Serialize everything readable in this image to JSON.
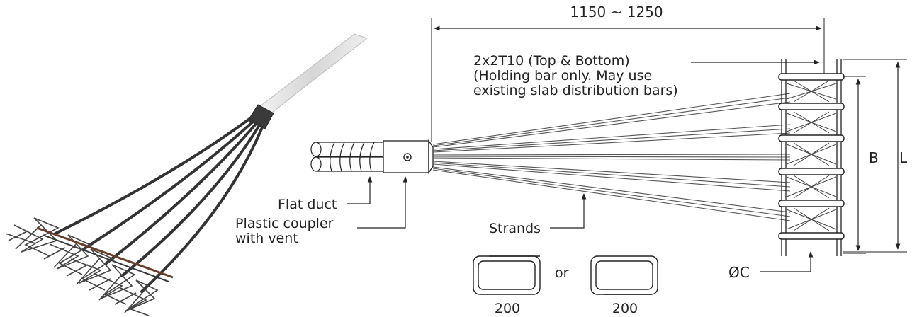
{
  "labels": {
    "overall_length": "1150 ~ 1250",
    "holding_bar_line1": "2x2T10 (Top & Bottom)",
    "holding_bar_line2": "(Holding bar only. May use",
    "holding_bar_line3": "existing slab distribution bars)",
    "flat_duct": "Flat duct",
    "plastic_coupler_line1": "Plastic coupler",
    "plastic_coupler_line2": "with vent",
    "strands": "Strands",
    "dim_b": "B",
    "dim_l": "L",
    "dia_c": "ØC",
    "or": "or",
    "stirrup_1_size": "200",
    "stirrup_2_size": "200"
  },
  "colors": {
    "line": "#222222",
    "strand": "#555555",
    "duct_light": "#e6e6e6",
    "dark_steel": "#3a3a3a",
    "tape": "#d8d8d8"
  }
}
